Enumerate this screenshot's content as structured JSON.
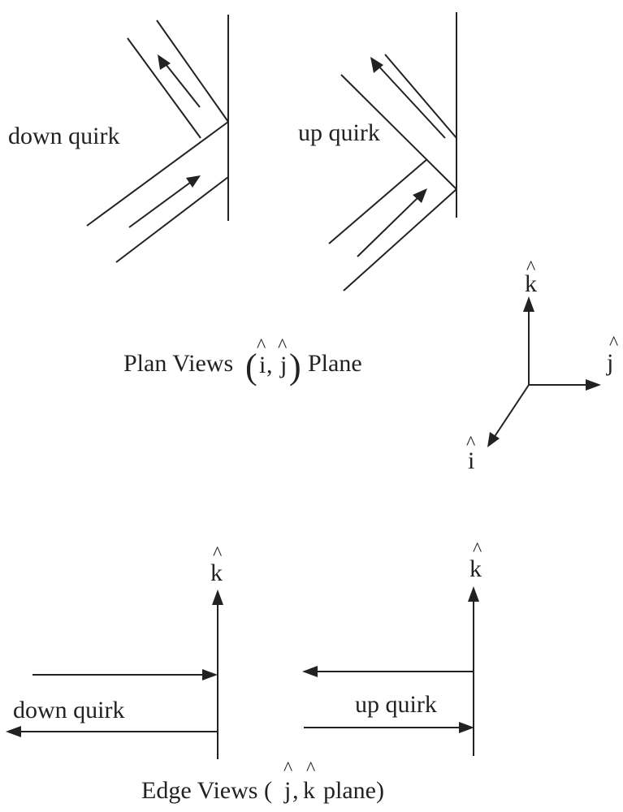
{
  "plan_views": {
    "left_label": "down quirk",
    "right_label": "up quirk",
    "caption_prefix": "Plan Views",
    "caption_i": "i",
    "caption_comma": ",",
    "caption_j": "j",
    "caption_suffix": "Plane",
    "hat": "^",
    "paren_open": "(",
    "paren_close": ")"
  },
  "axes": {
    "k_label": "k",
    "j_label": "j",
    "i_label": "i"
  },
  "edge_views": {
    "left_label": "down quirk",
    "right_label": "up quirk",
    "left_k_label": "k",
    "right_k_label": "k",
    "caption_prefix": "Edge Views (",
    "caption_j": "j",
    "caption_comma": ",",
    "caption_k": "k",
    "caption_suffix": "plane)"
  },
  "colors": {
    "ink": "#222222",
    "background": "#ffffff"
  }
}
